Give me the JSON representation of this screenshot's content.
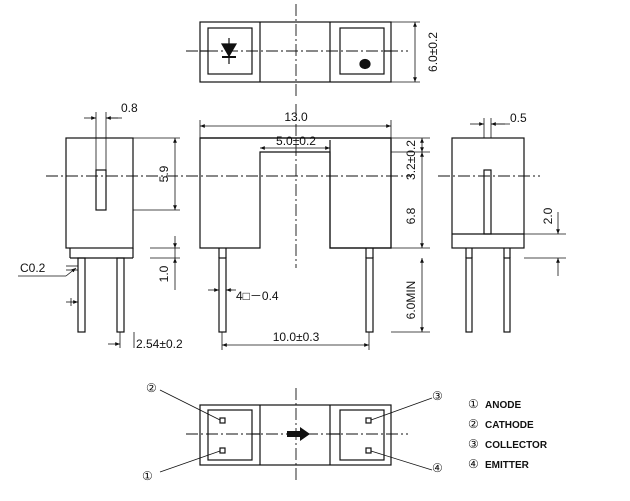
{
  "top_view": {
    "height_dim": "6.0±0.2"
  },
  "left_view": {
    "pin_width": "0.8",
    "height_upper": "5.9",
    "height_lower": "1.0",
    "chamfer": "C0.2",
    "pitch": "2.54±0.2"
  },
  "front_view": {
    "width": "13.0",
    "slot_width": "5.0±0.2",
    "top_thickness": "3.2±0.2",
    "slot_depth": "6.8",
    "pin_length": "6.0MIN",
    "pin_spec": "4□－0.4",
    "pin_spacing": "10.0±0.3"
  },
  "right_view": {
    "pin_width": "0.5",
    "pin_offset": "2.0"
  },
  "bottom_view": {
    "num_1": "①",
    "num_2": "②",
    "num_3": "③",
    "num_4": "④"
  },
  "legend": [
    {
      "num": "①",
      "name": "ANODE"
    },
    {
      "num": "②",
      "name": "CATHODE"
    },
    {
      "num": "③",
      "name": "COLLECTOR"
    },
    {
      "num": "④",
      "name": "EMITTER"
    }
  ]
}
